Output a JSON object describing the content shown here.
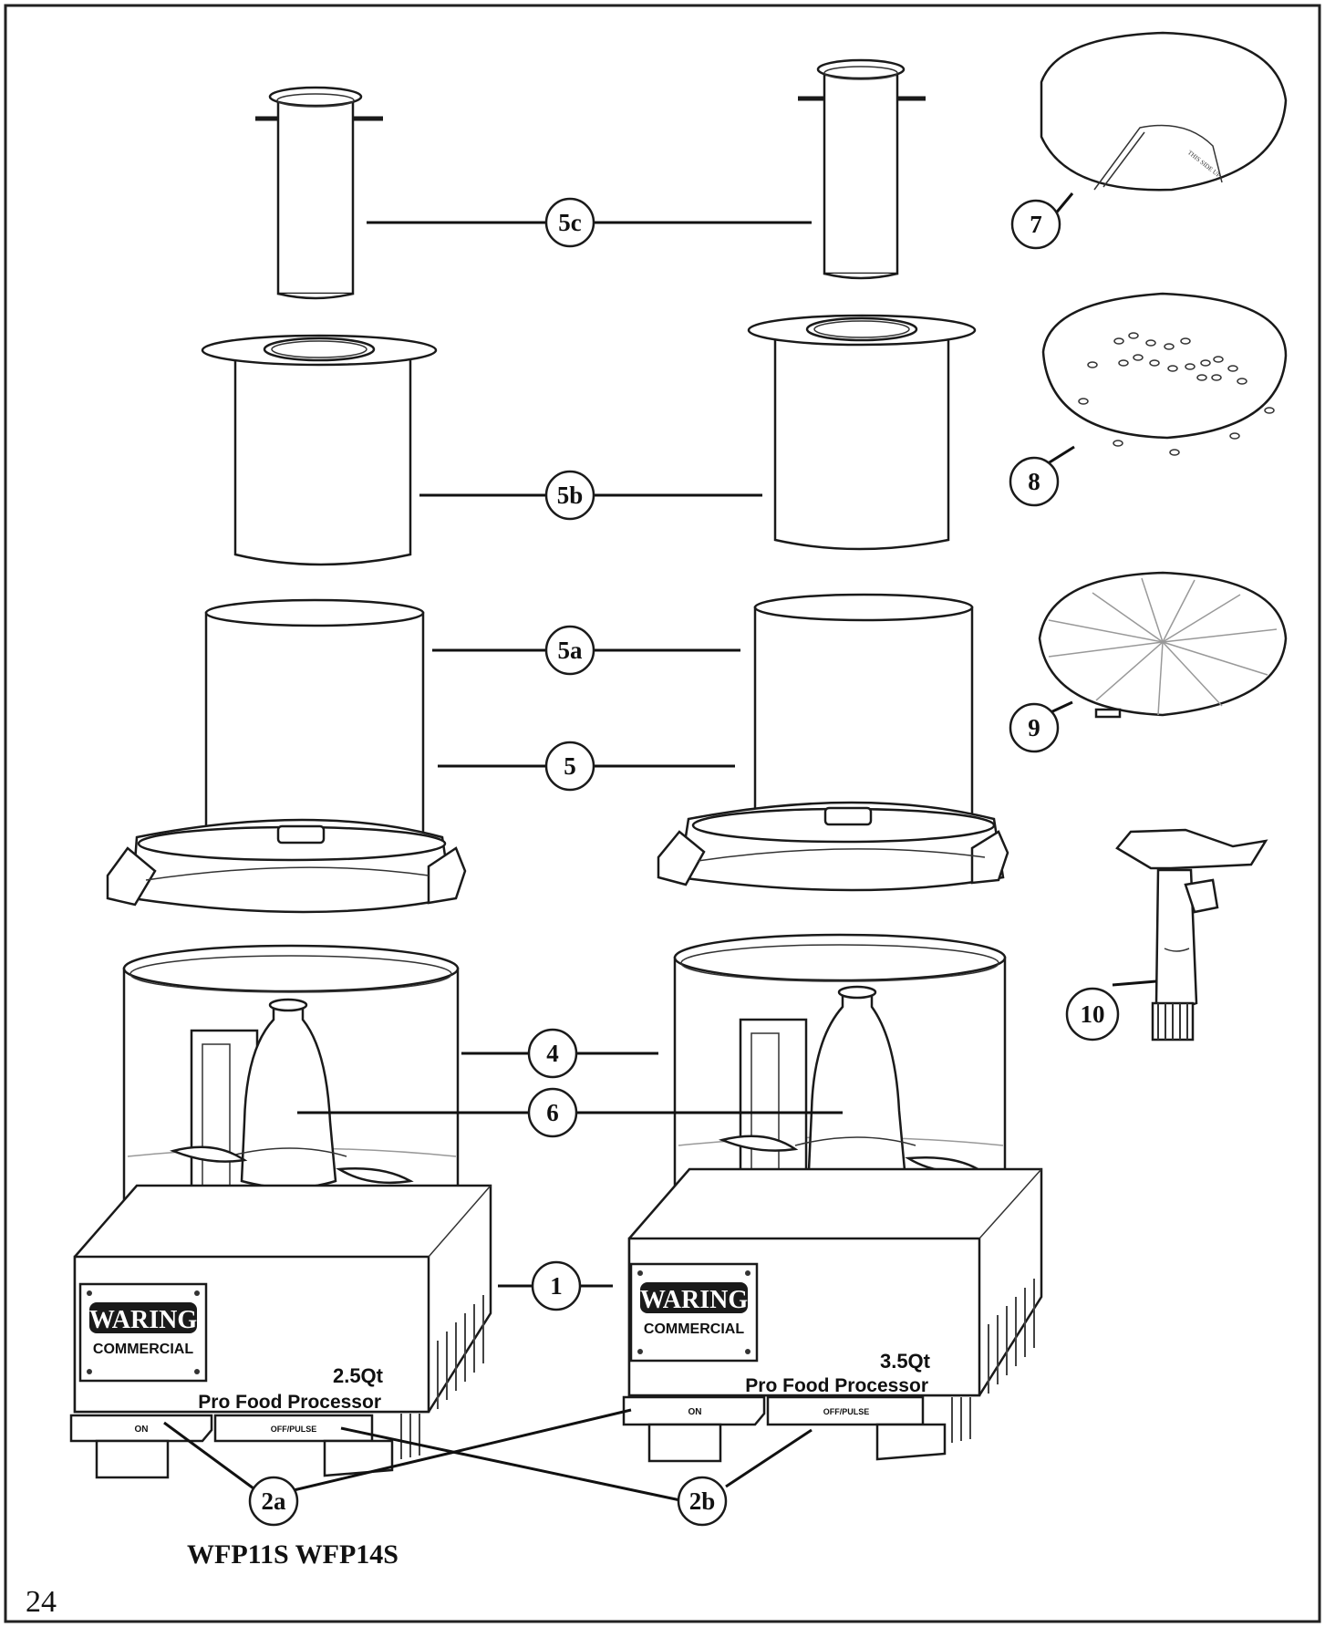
{
  "page": {
    "model_label": "WFP11S WFP14S",
    "page_number": "24"
  },
  "callouts": {
    "c5c": "5c",
    "c5b": "5b",
    "c5a": "5a",
    "c5": "5",
    "c4": "4",
    "c6": "6",
    "c1": "1",
    "c2a": "2a",
    "c2b": "2b",
    "c7": "7",
    "c8": "8",
    "c9": "9",
    "c10": "10"
  },
  "left_unit": {
    "brand_line1": "WARING",
    "brand_line2": "COMMERCIAL",
    "capacity": "2.5Qt",
    "product": "Pro Food Processor",
    "on_button": "ON",
    "off_button": "OFF/PULSE"
  },
  "right_unit": {
    "brand_line1": "WARING",
    "brand_line2": "COMMERCIAL",
    "capacity": "3.5Qt",
    "product": "Pro Food Processor",
    "on_button": "ON",
    "off_button": "OFF/PULSE"
  },
  "disc": {
    "side_text": "THIS SIDE UP"
  }
}
